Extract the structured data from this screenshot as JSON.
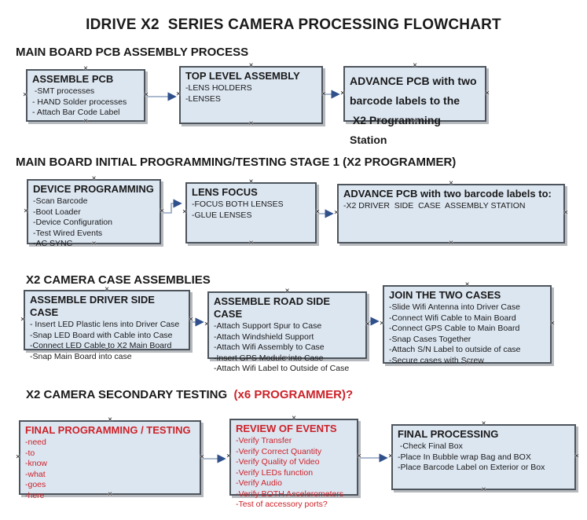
{
  "title": "IDRIVE X2  SERIES CAMERA PROCESSING FLOWCHART",
  "icons": {
    "connection_handle": "×"
  },
  "colors": {
    "red": "#cc2229",
    "box_fill": "#dce6f1",
    "box_border": "#4d545c",
    "box_shadow": "#b6babe",
    "arrow_line": "#8fa3bf",
    "arrow_head": "#30508c"
  },
  "sections": [
    {
      "heading": "MAIN BOARD PCB ASSEMBLY PROCESS",
      "boxes": [
        {
          "title": "ASSEMBLE PCB",
          "items": [
            " -SMT processes",
            "- HAND Solder processes",
            "- Attach Bar Code Label"
          ]
        },
        {
          "title": "TOP LEVEL ASSEMBLY",
          "items": [
            "-LENS HOLDERS",
            "-LENSES"
          ]
        },
        {
          "title": "ADVANCE PCB with two\nbarcode labels to the\n X2 Programming Station",
          "items": []
        }
      ]
    },
    {
      "heading": "MAIN BOARD INITIAL PROGRAMMING/TESTING STAGE 1 (X2 PROGRAMMER)",
      "boxes": [
        {
          "title": "DEVICE PROGRAMMING",
          "items": [
            "-Scan Barcode",
            "-Boot Loader",
            "-Device Configuration",
            "-Test Wired Events",
            "-AC SYNC"
          ]
        },
        {
          "title": "LENS FOCUS",
          "items": [
            "-FOCUS BOTH LENSES",
            "-GLUE LENSES"
          ]
        },
        {
          "title": "ADVANCE PCB with two barcode labels to:",
          "items": [
            "-X2 DRIVER  SIDE  CASE  ASSEMBLY STATION"
          ]
        }
      ]
    },
    {
      "heading": "X2 CAMERA CASE ASSEMBLIES",
      "boxes": [
        {
          "title": "ASSEMBLE DRIVER SIDE CASE",
          "items": [
            "- Insert LED Plastic lens into Driver Case",
            "-Snap LED Board with Cable into Case",
            "-Connect LED Cable to X2 Main Board",
            "-Snap Main Board into case"
          ]
        },
        {
          "title": "ASSEMBLE ROAD SIDE CASE",
          "items": [
            "-Attach Support Spur to Case",
            "-Attach Windshield Support",
            "-Attach Wifi Assembly to Case",
            "-Insert GPS Module into Case",
            "-Attach Wifi Label to Outside of Case"
          ]
        },
        {
          "title": "JOIN THE TWO CASES",
          "items": [
            "-Slide Wifi Antenna into Driver Case",
            "-Connect Wifi Cable to Main Board",
            "-Connect GPS Cable to Main Board",
            "-Snap Cases Together",
            "-Attach S/N Label to outside of case",
            "-Secure cases with Screw"
          ]
        }
      ]
    },
    {
      "heading": "X2 CAMERA SECONDARY TESTING  ",
      "heading_red": "(x6 PROGRAMMER)?",
      "boxes": [
        {
          "title": "FINAL PROGRAMMING / TESTING",
          "items": [
            "-need",
            "-to",
            "-know",
            "-what",
            "-goes",
            "-here"
          ]
        },
        {
          "title": "REVIEW OF EVENTS",
          "items": [
            "-Verify Transfer",
            "-Verify Correct Quantity",
            "-Verify Quality of Video",
            "-Verify LEDs function",
            "-Verify Audio",
            "-Verify BOTH Accelerometers",
            "-Test of accessory ports?"
          ]
        },
        {
          "title": "FINAL PROCESSING",
          "items": [
            " -Check Final Box",
            "-Place In Bubble wrap Bag and BOX",
            "-Place Barcode Label on Exterior or Box"
          ]
        }
      ]
    }
  ]
}
